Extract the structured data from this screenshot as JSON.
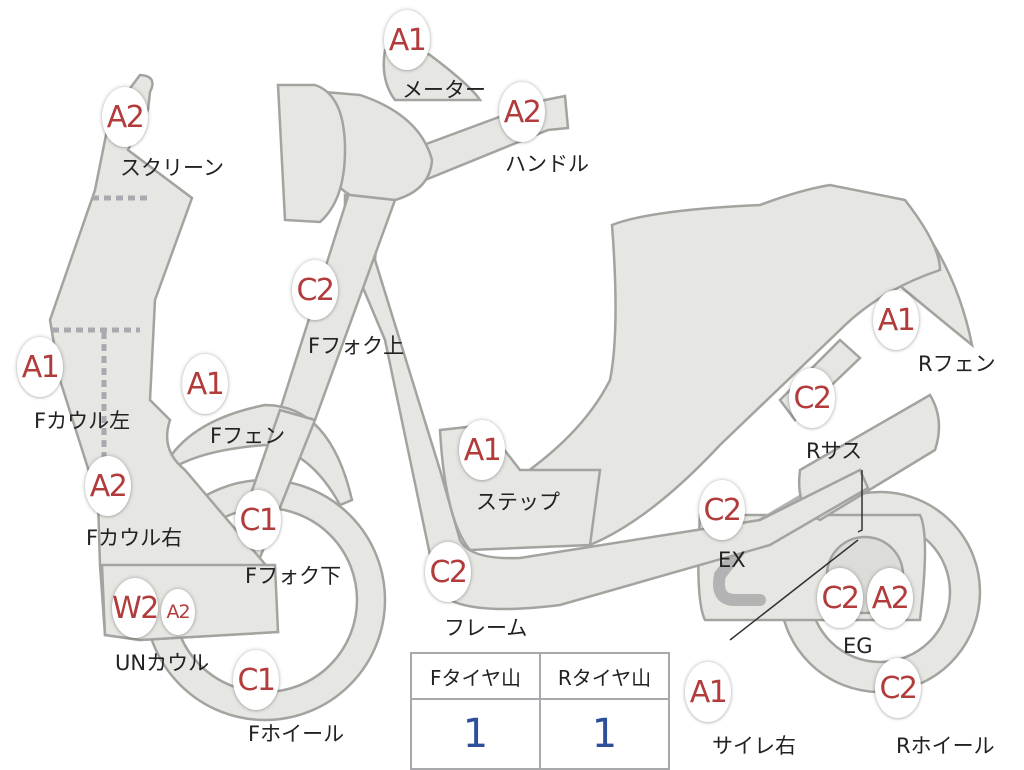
{
  "parts": [
    {
      "id": "meter",
      "grade": "A1",
      "name": "メーター"
    },
    {
      "id": "handle",
      "grade": "A2",
      "name": "ハンドル"
    },
    {
      "id": "screen",
      "grade": "A2",
      "name": "スクリーン"
    },
    {
      "id": "fork-upper",
      "grade": "C2",
      "name": "Fフォク上"
    },
    {
      "id": "cowl-left",
      "grade": "A1",
      "name": "Fカウル左"
    },
    {
      "id": "front-fender",
      "grade": "A1",
      "name": "Fフェン"
    },
    {
      "id": "cowl-right",
      "grade": "A2",
      "name": "Fカウル右"
    },
    {
      "id": "fork-lower",
      "grade": "C1",
      "name": "Fフォク下"
    },
    {
      "id": "un-cowl",
      "grade": "W2",
      "grade2": "A2",
      "name": "UNカウル"
    },
    {
      "id": "front-wheel",
      "grade": "C1",
      "name": "Fホイール"
    },
    {
      "id": "step",
      "grade": "A1",
      "name": "ステップ"
    },
    {
      "id": "frame",
      "grade": "C2",
      "name": "フレーム"
    },
    {
      "id": "rear-fender",
      "grade": "A1",
      "name": "Rフェン"
    },
    {
      "id": "rear-susp",
      "grade": "C2",
      "name": "Rサス"
    },
    {
      "id": "exhaust",
      "grade": "C2",
      "name": "EX"
    },
    {
      "id": "engine",
      "grade": "C2",
      "grade2": "A2",
      "name": "EG"
    },
    {
      "id": "muffler-right",
      "grade": "A1",
      "name": "サイレ右"
    },
    {
      "id": "rear-wheel",
      "grade": "C2",
      "name": "Rホイール"
    }
  ],
  "tire_table": {
    "front_header": "Fタイヤ山",
    "rear_header": "Rタイヤ山",
    "front_value": "1",
    "rear_value": "1"
  }
}
